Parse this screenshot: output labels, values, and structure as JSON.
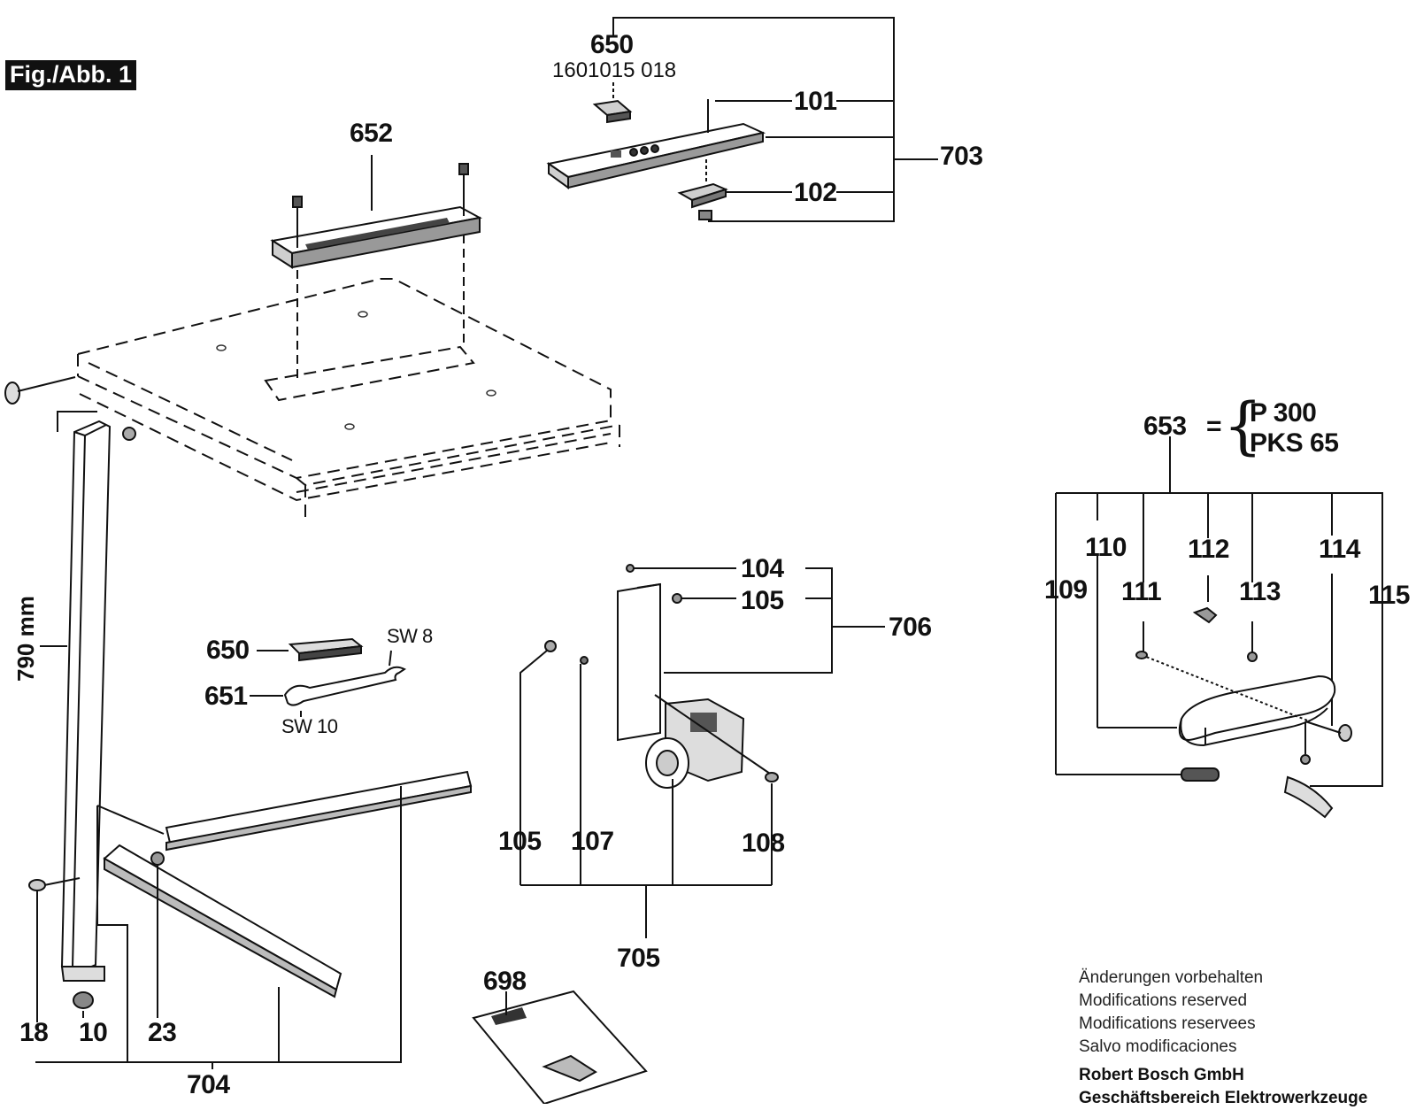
{
  "figure": {
    "title": "Fig./Abb. 1"
  },
  "dimension": {
    "height_label": "790 mm"
  },
  "top_assembly": {
    "part_650": "650",
    "part_number": "1601015 018",
    "part_101": "101",
    "part_102": "102",
    "part_703": "703"
  },
  "rail": {
    "part_652": "652"
  },
  "tools": {
    "part_650": "650",
    "part_651": "651",
    "sw8": "SW 8",
    "sw10": "SW 10"
  },
  "motor_assembly": {
    "part_104": "104",
    "part_105_top": "105",
    "part_706": "706",
    "part_105": "105",
    "part_107": "107",
    "part_108": "108",
    "part_705": "705"
  },
  "manual": {
    "part_698": "698"
  },
  "legs": {
    "part_18": "18",
    "part_10": "10",
    "part_23": "23",
    "part_704": "704"
  },
  "guard_assembly": {
    "part_653": "653",
    "equals": "=",
    "variant_1": "P 300",
    "variant_2": "PKS 65",
    "part_109": "109",
    "part_110": "110",
    "part_111": "111",
    "part_112": "112",
    "part_113": "113",
    "part_114": "114",
    "part_115": "115"
  },
  "notes": {
    "line_de": "Änderungen vorbehalten",
    "line_en": "Modifications reserved",
    "line_fr": "Modifications reservees",
    "line_es": "Salvo modificaciones",
    "company": "Robert Bosch GmbH",
    "division": "Geschäftsbereich Elektrowerkzeuge"
  },
  "colors": {
    "ink": "#111111",
    "paper": "#ffffff",
    "shade": "#bdbdbd"
  }
}
